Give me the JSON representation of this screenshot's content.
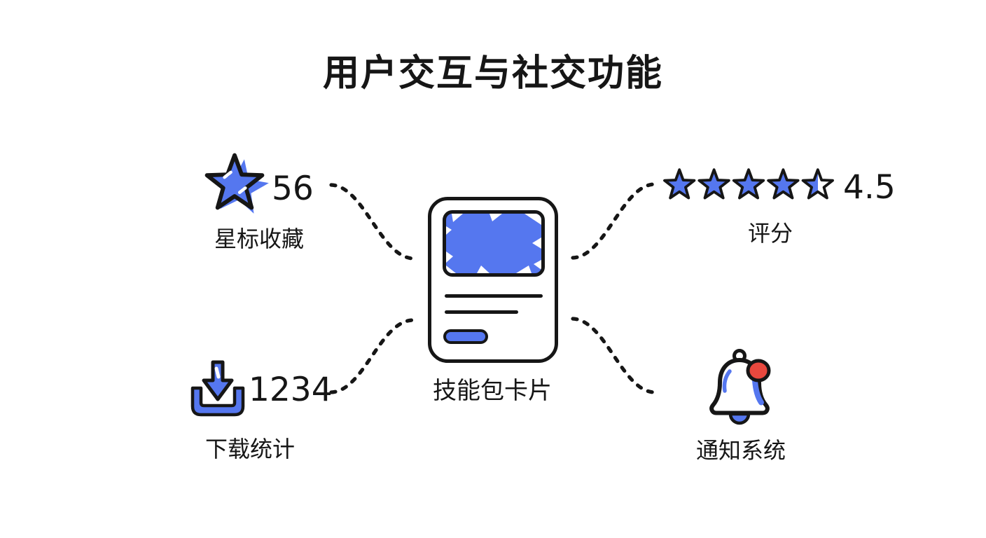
{
  "title": "用户交互与社交功能",
  "colors": {
    "accent_blue": "#5577EF",
    "notification_red": "#E9483E",
    "ink": "#161616",
    "background": "#FFFFFF"
  },
  "card": {
    "label": "技能包卡片",
    "icon": "skill-card-icon"
  },
  "nodes": {
    "favorites": {
      "icon": "star-icon",
      "count": "56",
      "label": "星标收藏"
    },
    "rating": {
      "icon": "rating-stars-icon",
      "value": "4.5",
      "label": "评分",
      "stars_total": 5,
      "stars_filled": 4.5
    },
    "downloads": {
      "icon": "download-icon",
      "count": "1234",
      "label": "下载统计"
    },
    "notifications": {
      "icon": "bell-icon",
      "label": "通知系统"
    }
  }
}
